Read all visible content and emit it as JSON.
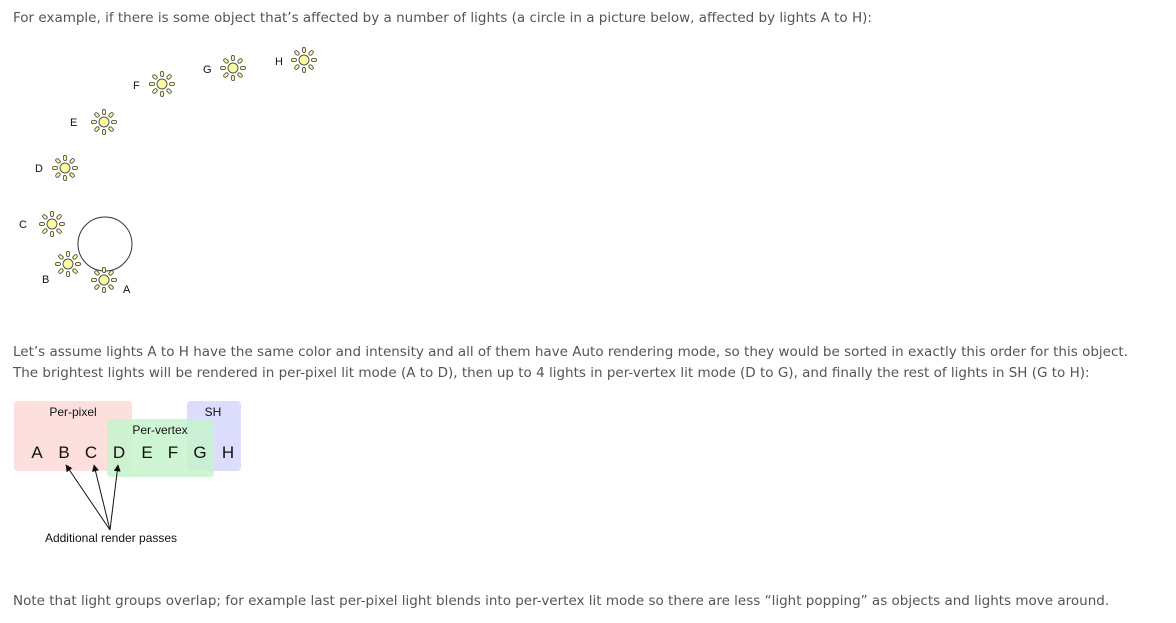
{
  "paragraphs": {
    "intro": "For example, if there is some object that’s affected by a number of lights (a circle in a picture below, affected by lights A to H):",
    "assumption": "Let’s assume lights A to H have the same color and intensity and all of them have Auto rendering mode, so they would be sorted in exactly this order for this object. The brightest lights will be rendered in per-pixel lit mode (A to D), then up to 4 lights in per-vertex lit mode (D to G), and finally the rest of lights in SH (G to H):",
    "note": "Note that light groups overlap; for example last per-pixel light blends into per-vertex lit mode so there are less “light popping” as objects and lights move around."
  },
  "light_diagram": {
    "lights": [
      "A",
      "B",
      "C",
      "D",
      "E",
      "F",
      "G",
      "H"
    ],
    "object": "circle",
    "light_icon": "sun-icon"
  },
  "groups_diagram": {
    "group_labels": {
      "per_pixel": "Per-pixel",
      "per_vertex": "Per-vertex",
      "sh": "SH"
    },
    "letters": [
      "A",
      "B",
      "C",
      "D",
      "E",
      "F",
      "G",
      "H"
    ],
    "annotation": "Additional render passes",
    "colors": {
      "per_pixel": "#fde0de",
      "per_vertex": "#d4f7d8",
      "sh": "#dcdcfc"
    }
  }
}
